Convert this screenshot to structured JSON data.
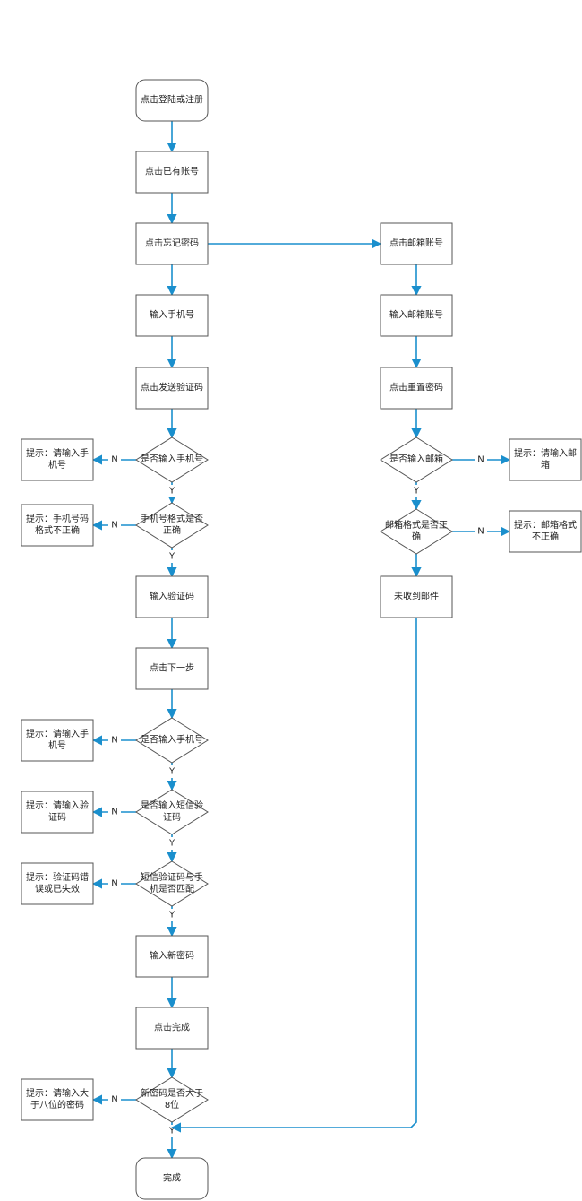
{
  "colors": {
    "connector": "#1a8fcd",
    "node_border": "#555555",
    "background": "#ffffff"
  },
  "nodes": [
    {
      "id": "start",
      "shape": "rounded",
      "lines": [
        "点击登陆或注册"
      ]
    },
    {
      "id": "existing_account",
      "shape": "rect",
      "lines": [
        "点击已有账号"
      ]
    },
    {
      "id": "forgot_password",
      "shape": "rect",
      "lines": [
        "点击忘记密码"
      ]
    },
    {
      "id": "enter_phone",
      "shape": "rect",
      "lines": [
        "输入手机号"
      ]
    },
    {
      "id": "send_code",
      "shape": "rect",
      "lines": [
        "点击发送验证码"
      ]
    },
    {
      "id": "q_phone_entered_1",
      "shape": "diamond",
      "lines": [
        "是否输入手机号"
      ]
    },
    {
      "id": "tip_enter_phone_1",
      "shape": "rect",
      "lines": [
        "提示：请输入手",
        "机号"
      ]
    },
    {
      "id": "q_phone_format",
      "shape": "diamond",
      "lines": [
        "手机号格式是否",
        "正确"
      ]
    },
    {
      "id": "tip_phone_format",
      "shape": "rect",
      "lines": [
        "提示：手机号码",
        "格式不正确"
      ]
    },
    {
      "id": "enter_code",
      "shape": "rect",
      "lines": [
        "输入验证码"
      ]
    },
    {
      "id": "next_step",
      "shape": "rect",
      "lines": [
        "点击下一步"
      ]
    },
    {
      "id": "q_phone_entered_2",
      "shape": "diamond",
      "lines": [
        "是否输入手机号"
      ]
    },
    {
      "id": "tip_enter_phone_2",
      "shape": "rect",
      "lines": [
        "提示：请输入手",
        "机号"
      ]
    },
    {
      "id": "q_sms_entered",
      "shape": "diamond",
      "lines": [
        "是否输入短信验",
        "证码"
      ]
    },
    {
      "id": "tip_enter_code",
      "shape": "rect",
      "lines": [
        "提示：请输入验",
        "证码"
      ]
    },
    {
      "id": "q_sms_match",
      "shape": "diamond",
      "lines": [
        "短信验证码与手",
        "机是否匹配"
      ]
    },
    {
      "id": "tip_code_invalid",
      "shape": "rect",
      "lines": [
        "提示：验证码错",
        "误或已失效"
      ]
    },
    {
      "id": "enter_new_password",
      "shape": "rect",
      "lines": [
        "输入新密码"
      ]
    },
    {
      "id": "click_done",
      "shape": "rect",
      "lines": [
        "点击完成"
      ]
    },
    {
      "id": "q_password_length",
      "shape": "diamond",
      "lines": [
        "新密码是否大于",
        "8位"
      ]
    },
    {
      "id": "tip_password_length",
      "shape": "rect",
      "lines": [
        "提示：请输入大",
        "于八位的密码"
      ]
    },
    {
      "id": "end",
      "shape": "rounded",
      "lines": [
        "完成"
      ]
    },
    {
      "id": "email_account",
      "shape": "rect",
      "lines": [
        "点击邮箱账号"
      ]
    },
    {
      "id": "enter_email",
      "shape": "rect",
      "lines": [
        "输入邮箱账号"
      ]
    },
    {
      "id": "reset_password",
      "shape": "rect",
      "lines": [
        "点击重置密码"
      ]
    },
    {
      "id": "q_email_entered",
      "shape": "diamond",
      "lines": [
        "是否输入邮箱"
      ]
    },
    {
      "id": "tip_enter_email",
      "shape": "rect",
      "lines": [
        "提示：请输入邮",
        "箱"
      ]
    },
    {
      "id": "q_email_format",
      "shape": "diamond",
      "lines": [
        "邮箱格式是否正",
        "确"
      ]
    },
    {
      "id": "tip_email_format",
      "shape": "rect",
      "lines": [
        "提示：邮箱格式",
        "不正确"
      ]
    },
    {
      "id": "no_email_received",
      "shape": "rect",
      "lines": [
        "未收到邮件"
      ]
    }
  ],
  "edges": [
    {
      "from": "start",
      "to": "existing_account",
      "label": ""
    },
    {
      "from": "existing_account",
      "to": "forgot_password",
      "label": ""
    },
    {
      "from": "forgot_password",
      "to": "enter_phone",
      "label": ""
    },
    {
      "from": "enter_phone",
      "to": "send_code",
      "label": ""
    },
    {
      "from": "send_code",
      "to": "q_phone_entered_1",
      "label": ""
    },
    {
      "from": "q_phone_entered_1",
      "to": "tip_enter_phone_1",
      "label": "N"
    },
    {
      "from": "q_phone_entered_1",
      "to": "q_phone_format",
      "label": "Y"
    },
    {
      "from": "q_phone_format",
      "to": "tip_phone_format",
      "label": "N"
    },
    {
      "from": "q_phone_format",
      "to": "enter_code",
      "label": "Y"
    },
    {
      "from": "enter_code",
      "to": "next_step",
      "label": ""
    },
    {
      "from": "next_step",
      "to": "q_phone_entered_2",
      "label": ""
    },
    {
      "from": "q_phone_entered_2",
      "to": "tip_enter_phone_2",
      "label": "N"
    },
    {
      "from": "q_phone_entered_2",
      "to": "q_sms_entered",
      "label": "Y"
    },
    {
      "from": "q_sms_entered",
      "to": "tip_enter_code",
      "label": "N"
    },
    {
      "from": "q_sms_entered",
      "to": "q_sms_match",
      "label": "Y"
    },
    {
      "from": "q_sms_match",
      "to": "tip_code_invalid",
      "label": "N"
    },
    {
      "from": "q_sms_match",
      "to": "enter_new_password",
      "label": "Y"
    },
    {
      "from": "enter_new_password",
      "to": "click_done",
      "label": ""
    },
    {
      "from": "click_done",
      "to": "q_password_length",
      "label": ""
    },
    {
      "from": "q_password_length",
      "to": "tip_password_length",
      "label": "N"
    },
    {
      "from": "q_password_length",
      "to": "end",
      "label": "Y"
    },
    {
      "from": "forgot_password",
      "to": "email_account",
      "label": ""
    },
    {
      "from": "email_account",
      "to": "enter_email",
      "label": ""
    },
    {
      "from": "enter_email",
      "to": "reset_password",
      "label": ""
    },
    {
      "from": "reset_password",
      "to": "q_email_entered",
      "label": ""
    },
    {
      "from": "q_email_entered",
      "to": "tip_enter_email",
      "label": "N"
    },
    {
      "from": "q_email_entered",
      "to": "q_email_format",
      "label": "Y"
    },
    {
      "from": "q_email_format",
      "to": "tip_email_format",
      "label": "N"
    },
    {
      "from": "q_email_format",
      "to": "no_email_received",
      "label": ""
    },
    {
      "from": "no_email_received",
      "to": "end",
      "label": ""
    }
  ]
}
